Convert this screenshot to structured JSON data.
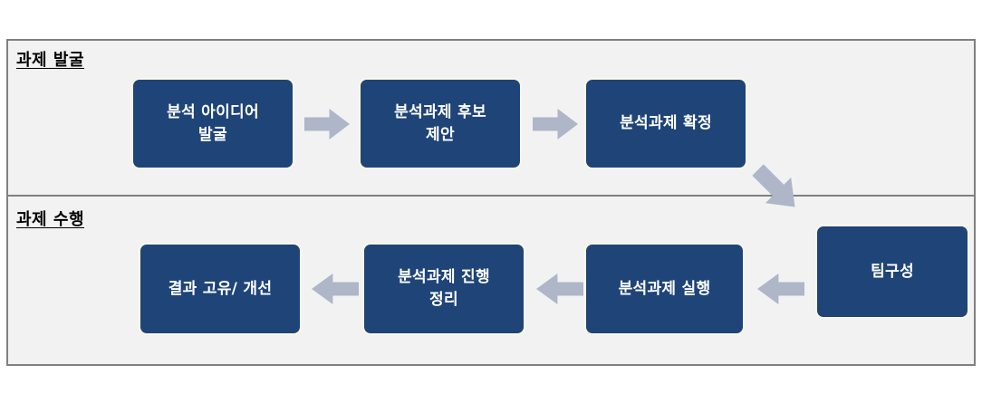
{
  "diagram": {
    "type": "process-flow",
    "phases": [
      {
        "id": "discovery",
        "label": "과제 발굴",
        "steps": [
          {
            "id": "step-1",
            "label": "분석 아이디어\n발굴"
          },
          {
            "id": "step-2",
            "label": "분석과제 후보\n제안"
          },
          {
            "id": "step-3",
            "label": "분석과제 확정"
          }
        ]
      },
      {
        "id": "execution",
        "label": "과제 수행",
        "steps": [
          {
            "id": "step-4",
            "label": "팀구성"
          },
          {
            "id": "step-5",
            "label": "분석과제 실행"
          },
          {
            "id": "step-6",
            "label": "분석과제 진행\n정리"
          },
          {
            "id": "step-7",
            "label": "결과 고유/ 개선"
          }
        ]
      }
    ],
    "connectors": [
      {
        "id": "arrow-1",
        "direction": "right",
        "from": "step-1",
        "to": "step-2"
      },
      {
        "id": "arrow-2",
        "direction": "right",
        "from": "step-2",
        "to": "step-3"
      },
      {
        "id": "arrow-3",
        "direction": "diagonal-down-right",
        "from": "step-3",
        "to": "step-4"
      },
      {
        "id": "arrow-4",
        "direction": "left",
        "from": "step-4",
        "to": "step-5"
      },
      {
        "id": "arrow-5",
        "direction": "left",
        "from": "step-5",
        "to": "step-6"
      },
      {
        "id": "arrow-6",
        "direction": "left",
        "from": "step-6",
        "to": "step-7"
      }
    ],
    "colors": {
      "box_fill": "#1f4477",
      "box_border": "#fbf7e8",
      "box_text": "#ffffff",
      "arrow_fill": "#aeb6c8",
      "panel_background": "#f2f2f2",
      "frame_border": "#808080",
      "page_background": "#ffffff",
      "label_text": "#000000"
    }
  }
}
